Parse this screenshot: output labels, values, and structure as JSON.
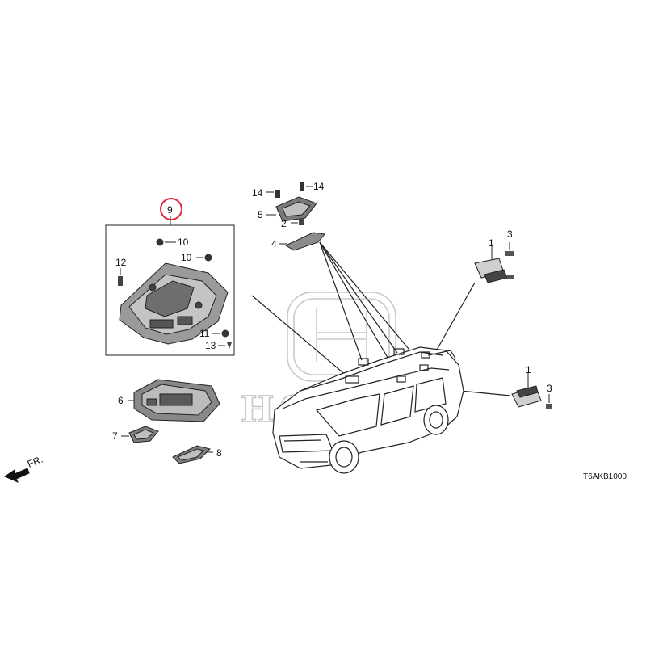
{
  "diagram_code": "T6AKB1000",
  "front_indicator": "FR.",
  "highlight_color": "#e0283a",
  "watermark_brand": "HONDA",
  "callouts": {
    "c1a": "1",
    "c1b": "1",
    "c2": "2",
    "c3a": "3",
    "c3b": "3",
    "c4": "4",
    "c5": "5",
    "c6": "6",
    "c7": "7",
    "c8": "8",
    "c9": "9",
    "c10a": "10",
    "c10b": "10",
    "c11": "11",
    "c12": "12",
    "c13": "13",
    "c14a": "14",
    "c14b": "14"
  }
}
